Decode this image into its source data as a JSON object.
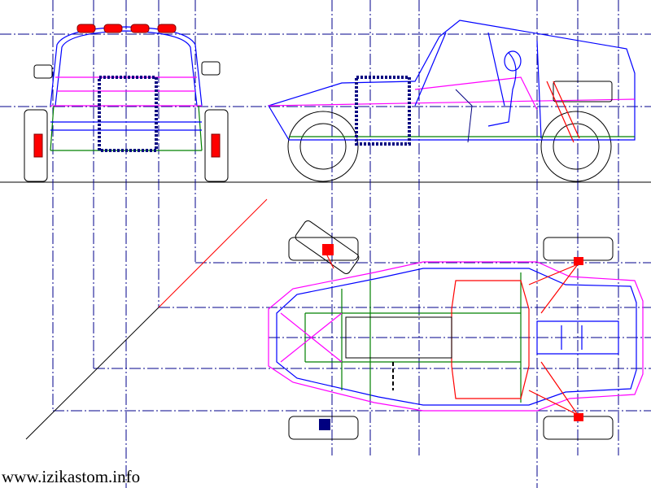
{
  "watermark": "www.izikastom.info",
  "views": [
    "front-view",
    "side-view",
    "top-view"
  ],
  "colors": {
    "frame_blue": "#0000ff",
    "frame_magenta": "#ff00ff",
    "frame_green": "#008000",
    "suspension_red": "#ff0000",
    "centerline": "#00008b"
  }
}
